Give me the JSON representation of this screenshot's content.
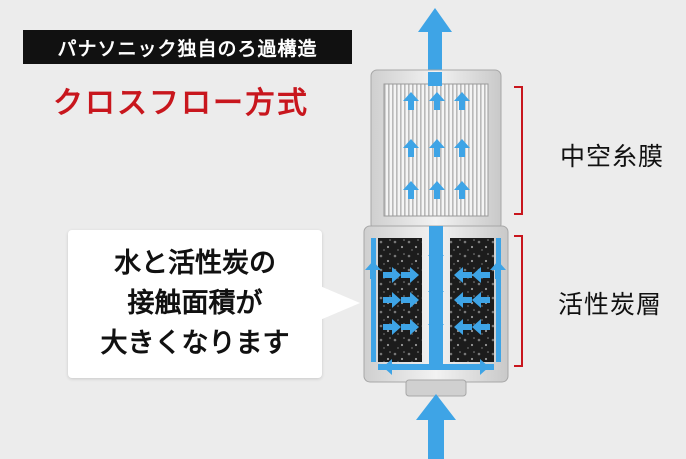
{
  "header": {
    "tag_text": "パナソニック独自のろ過構造",
    "subtitle": "クロスフロー方式"
  },
  "callout": {
    "lines": [
      "水と活性炭の",
      "接触面積が",
      "大きくなります"
    ]
  },
  "labels": {
    "top_section": "中空糸膜",
    "bottom_section": "活性炭層"
  },
  "colors": {
    "background": "#ececec",
    "tag_bg": "#111111",
    "accent_red": "#c8161d",
    "flow_arrow": "#3ea4e6",
    "bracket": "#c8161d"
  },
  "icons": [
    "flow-arrow-up-icon",
    "flow-arrow-down-icon"
  ]
}
